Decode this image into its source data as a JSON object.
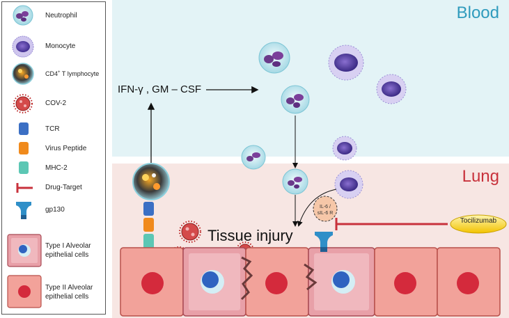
{
  "legend": {
    "neutrophil": "Neutrophil",
    "monocyte": "Monocyte",
    "cd4_main": "CD4",
    "cd4_sup": "+",
    "cd4_rest": " T lymphocyte",
    "cov2": "COV-2",
    "tcr": "TCR",
    "virus_peptide": "Virus Peptide",
    "mhc2": "MHC-2",
    "drug_target": "Drug-Target",
    "gp130": "gp130",
    "type1_line1": "Type I Alveolar",
    "type1_line2": "epithelial cells",
    "type2_line1": "Type II Alveolar",
    "type2_line2": "epithelial  cells"
  },
  "regions": {
    "blood": "Blood",
    "lung": "Lung"
  },
  "labels": {
    "cytokines": "IFN-γ  ,  GM – CSF",
    "tissue_injury": "Tissue injury",
    "il6_line1": "IL-6 /",
    "il6_line2": "sIL-6 R",
    "tocilizumab": "Tocilizumab"
  },
  "colors": {
    "blood_bg": "#e3f3f6",
    "lung_bg": "#f7e6e3",
    "blood_text": "#2f9bbd",
    "lung_text": "#c8323c",
    "tcr": "#3b6fc4",
    "virus_peptide": "#f08a1c",
    "mhc2": "#5cc7b4",
    "drug_target": "#c8323c",
    "gp130": "#2f8fc8",
    "type1_cell": "#e8a0a8",
    "type2_cell": "#f2a29a"
  }
}
